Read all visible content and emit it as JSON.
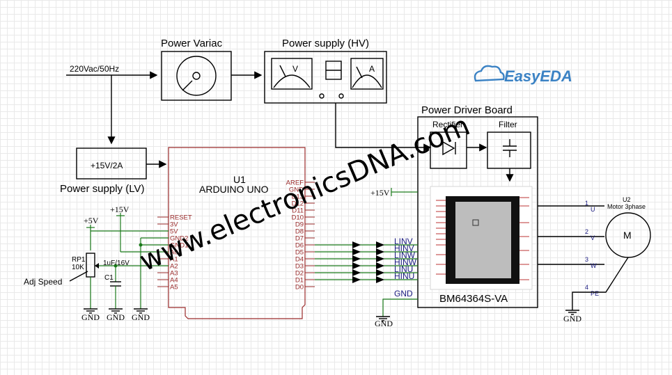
{
  "labels": {
    "power_variac": "Power Variac",
    "power_supply_hv": "Power supply (HV)",
    "ac_input": "220Vac/50Hz",
    "meter_v": "V",
    "meter_a": "A",
    "brand": "EasyEDA",
    "driver_board": "Power Driver Board",
    "rectifier": "Rectifier",
    "filter": "Filter",
    "lv_box": "+15V/2A",
    "power_supply_lv": "Power supply (LV)",
    "u1_ref": "U1",
    "u1_name": "ARDUINO UNO",
    "plus15v_top": "+15V",
    "plus15v_driver": "+15V",
    "plus5v": "+5V",
    "rp1": "RP1",
    "rp1_val": "10K",
    "adj_speed": "Adj Speed",
    "c1": "C1",
    "c1_val": "1uF/16V",
    "gnd1": "GND",
    "gnd2": "GND",
    "gnd3": "GND",
    "gnd4": "GND",
    "gnd5": "GND",
    "gnd_in": "GND",
    "ic_name": "BM64364S-VA",
    "u2_ref": "U2",
    "u2_name": "Motor 3phase",
    "motor_m": "M",
    "motor_pin_1": "1",
    "motor_pin_u": "U",
    "motor_pin_2": "2",
    "motor_pin_v": "V",
    "motor_pin_3": "3",
    "motor_pin_w": "W",
    "motor_pin_4": "4",
    "motor_pin_pe": "PE",
    "watermark": "www.electronicsDNA.com"
  },
  "arduino_left_pins": [
    "RESET",
    "3V",
    "5V",
    "GND2",
    "GND1",
    "A0",
    "A1",
    "A2",
    "A3",
    "A4",
    "A5"
  ],
  "arduino_right_pins": [
    "AREF",
    "GND",
    "D13",
    "D12",
    "D11",
    "D10",
    "D9",
    "D8",
    "D7",
    "D6",
    "D5",
    "D4",
    "D3",
    "D2",
    "D1",
    "D0"
  ],
  "signal_labels": [
    "LINV",
    "HINV",
    "LINW",
    "HINW",
    "LINU",
    "HINU"
  ],
  "colors": {
    "wire": "#000000",
    "net": "#1a7a1a",
    "label_blue": "#1a1a80",
    "brand": "#3b82c4",
    "pin": "#b33333"
  }
}
